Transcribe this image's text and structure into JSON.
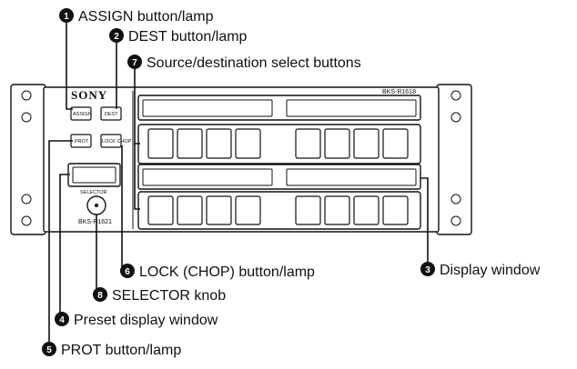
{
  "callouts": [
    {
      "num": "1",
      "label": "ASSIGN button/lamp"
    },
    {
      "num": "2",
      "label": "DEST button/lamp"
    },
    {
      "num": "7",
      "label": "Source/destination select buttons"
    },
    {
      "num": "3",
      "label": "Display window"
    },
    {
      "num": "6",
      "label": "LOCK (CHOP) button/lamp"
    },
    {
      "num": "8",
      "label": "SELECTOR knob"
    },
    {
      "num": "4",
      "label": "Preset display window"
    },
    {
      "num": "5",
      "label": "PROT button/lamp"
    }
  ],
  "panel": {
    "brand": "SONY",
    "model_main": "BKS-R1618",
    "model_sub": "BKS-R1621",
    "selector_caption": "SELECTOR",
    "button_labels": {
      "assign": "ASSIGN",
      "dest": "DEST",
      "prot": "PROT",
      "lock": "LOCK CHOP"
    }
  }
}
